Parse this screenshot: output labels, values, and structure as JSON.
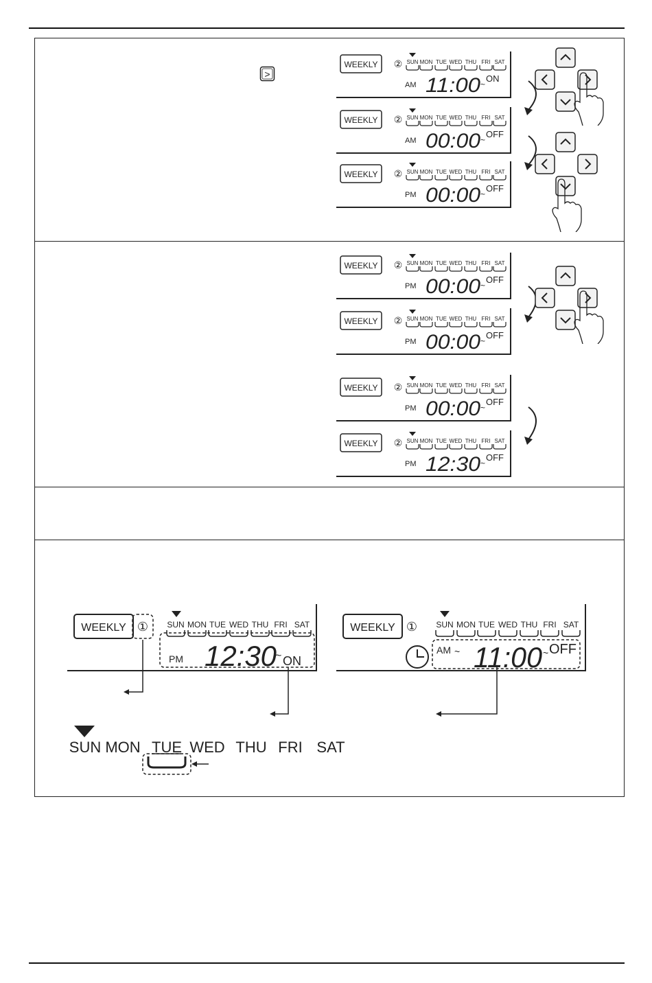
{
  "inline_button_glyph": ">",
  "lcd": {
    "mode_label": "WEEKLY",
    "program_number_2": "②",
    "program_number_1": "①",
    "days": [
      "SUN",
      "MON",
      "TUE",
      "WED",
      "THU",
      "FRI",
      "SAT"
    ],
    "tilde": "~"
  },
  "step1": {
    "panels": [
      {
        "period": "AM",
        "time": "11:00",
        "state": "ON"
      },
      {
        "period": "AM",
        "time": "00:00",
        "state": "OFF"
      },
      {
        "period": "PM",
        "time": "00:00",
        "state": "OFF"
      }
    ]
  },
  "step2": {
    "panels": [
      {
        "period": "PM",
        "time": "00:00",
        "state": "OFF"
      },
      {
        "period": "PM",
        "time": "00:00",
        "state": "OFF"
      },
      {
        "period": "PM",
        "time": "00:00",
        "state": "OFF"
      },
      {
        "period": "PM",
        "time": "12:30",
        "state": "OFF"
      }
    ]
  },
  "step4": {
    "left_display": {
      "period": "PM",
      "time": "12:30",
      "state": "ON"
    },
    "right_display": {
      "period": "AM",
      "time": "11:00",
      "state": "OFF"
    },
    "days_strip": [
      "SUN",
      "MON",
      "TUE",
      "WED",
      "THU",
      "FRI",
      "SAT"
    ]
  },
  "colors": {
    "ink": "#1a1a1a",
    "frame": "#222222",
    "button_fill": "#f2f2f2"
  }
}
